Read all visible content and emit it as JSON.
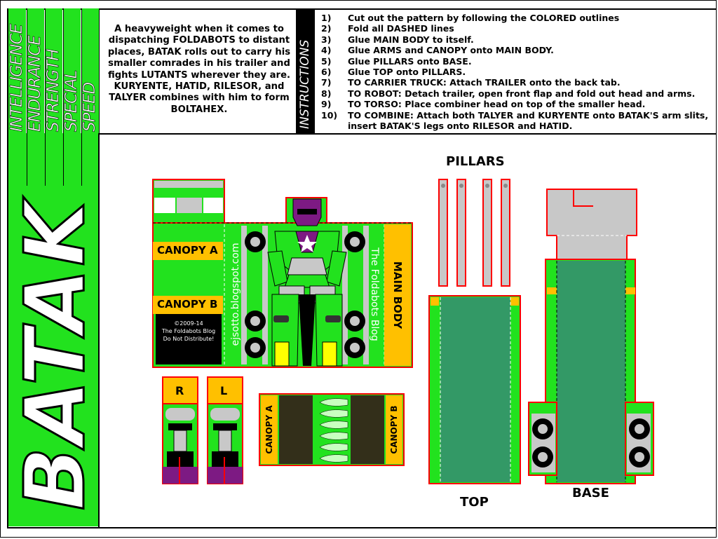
{
  "stats": {
    "labels": [
      "INTELLIGENCE",
      "ENDURANCE",
      "STRENGTH",
      "SPECIAL",
      "SPEED"
    ]
  },
  "character": {
    "name": "BATAK",
    "bio": "A heavyweight when it comes to dispatching FOLDABOTS to distant places, BATAK rolls out to carry his smaller comrades in his trailer and fights LUTANTS wherever they are. KURYENTE, HATID, RILESOR, and TALYER combines with him to form BOLTAHEX."
  },
  "instructions": {
    "heading": "INSTRUCTIONS",
    "steps": [
      {
        "num": "1)",
        "text": "Cut out the pattern by following the COLORED outlines"
      },
      {
        "num": "2)",
        "text": "Fold all DASHED lines"
      },
      {
        "num": "3)",
        "text": "Glue MAIN BODY to itself."
      },
      {
        "num": "4)",
        "text": "Glue ARMS and CANOPY onto MAIN BODY."
      },
      {
        "num": "5)",
        "text": "Glue PILLARS onto BASE."
      },
      {
        "num": "6)",
        "text": "Glue TOP onto PILLARS."
      },
      {
        "num": "7)",
        "text": "TO CARRIER TRUCK: Attach TRAILER onto the back tab."
      },
      {
        "num": "8)",
        "text": "TO ROBOT: Detach trailer, open front flap and fold out head and arms."
      },
      {
        "num": "9)",
        "text": "TO TORSO: Place combiner head on top of the smaller head."
      },
      {
        "num": "10)",
        "text": "TO COMBINE: Attach both TALYER and KURYENTE onto BATAK'S arm slits, insert BATAK'S legs onto RILESOR and HATID."
      }
    ]
  },
  "parts": {
    "main_body": "MAIN BODY",
    "canopy_a": "CANOPY A",
    "canopy_b": "CANOPY B",
    "arm_r": "R",
    "arm_l": "L",
    "pillars": "PILLARS",
    "top": "TOP",
    "base": "BASE",
    "blog_url": "ejsotto.blogspot.com",
    "blog_name": "The Foldabots Blog",
    "copyright_line1": "©2009-14",
    "copyright_line2": "The Foldabots Blog",
    "copyright_line3": "Do Not Distribute!"
  },
  "colors": {
    "green": "#22e21e",
    "outline_red": "#ff0000",
    "orange": "#ffc000",
    "grey": "#c8c8c8",
    "dark_green": "#339966",
    "purple": "#7d1a83"
  }
}
